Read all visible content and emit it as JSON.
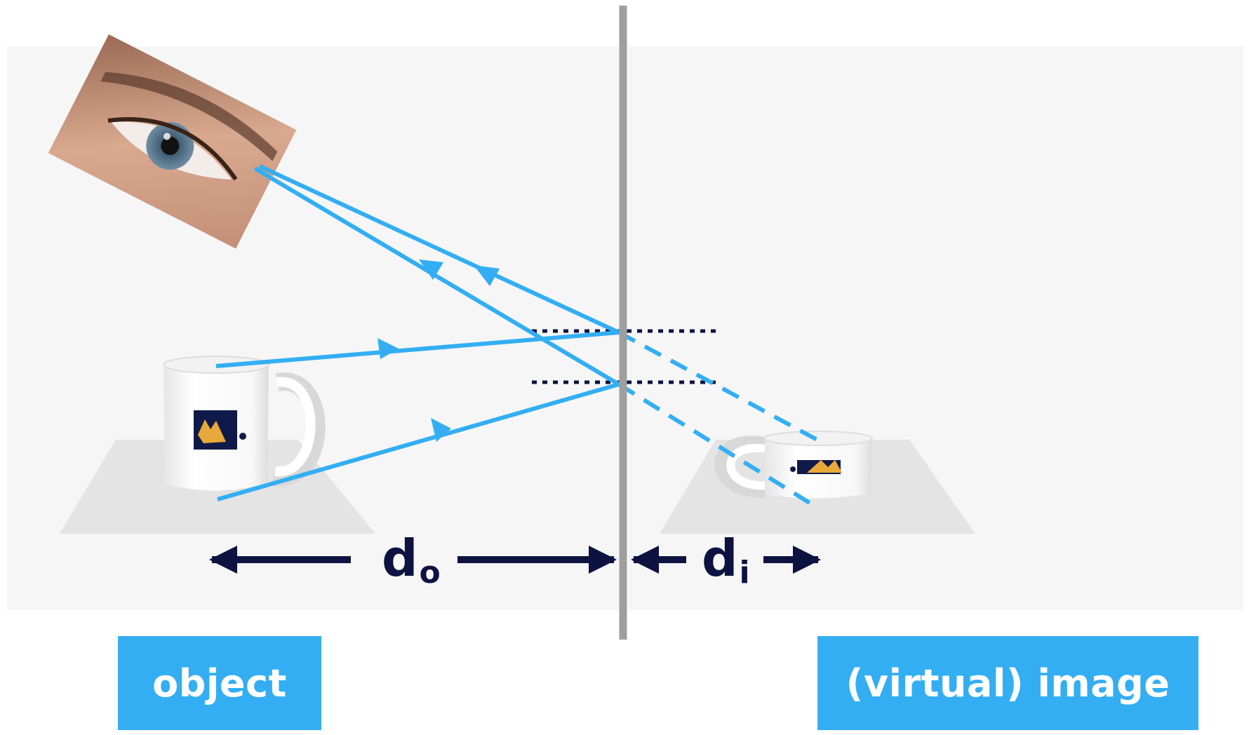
{
  "labels": {
    "object": "object",
    "image": "(virtual) image"
  },
  "distances": {
    "object_main": "d",
    "object_sub": "o",
    "image_main": "d",
    "image_sub": "i"
  },
  "colors": {
    "ray": "#33aef3",
    "label_bg": "#33aef3",
    "dark": "#0c1340",
    "mirror": "#9e9e9e",
    "panel": "#f6f6f6",
    "floor": "#e4e4e4"
  }
}
